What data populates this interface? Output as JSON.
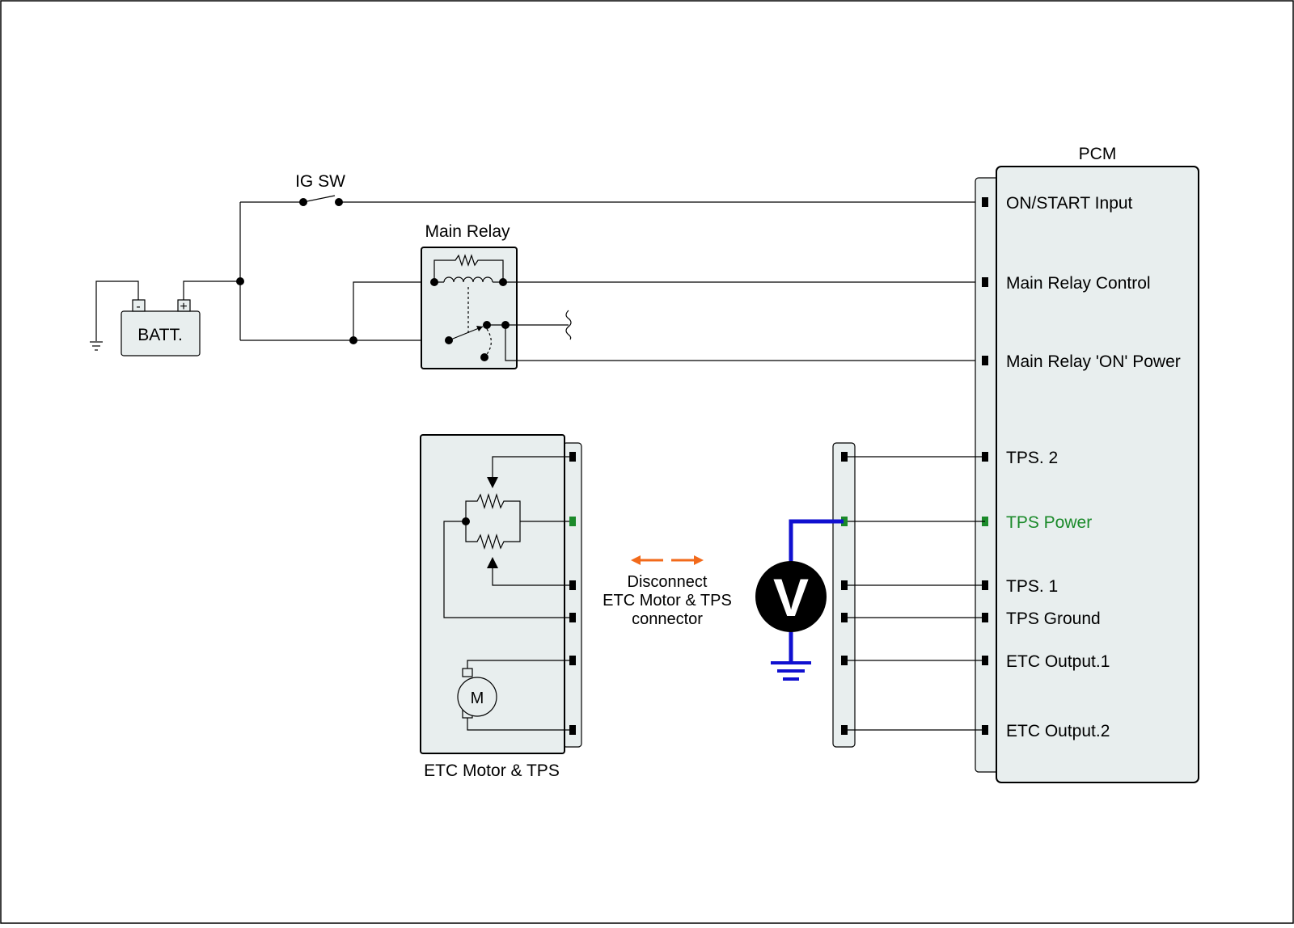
{
  "colors": {
    "wire": "#000000",
    "panel_fill": "#e8eeee",
    "highlight": "#1b8a2a",
    "meter_wire": "#1010d0",
    "arrow": "#f26a1b"
  },
  "labels": {
    "ig_sw": "IG SW",
    "main_relay": "Main Relay",
    "batt": "BATT.",
    "batt_neg": "-",
    "batt_pos": "+",
    "pcm": "PCM",
    "etc_motor_tps": "ETC Motor & TPS",
    "motor": "M",
    "voltmeter": "V",
    "disconnect_line1": "Disconnect",
    "disconnect_line2": "ETC Motor & TPS",
    "disconnect_line3": "connector"
  },
  "pcm_pins": [
    {
      "label": "ON/START Input"
    },
    {
      "label": "Main Relay Control"
    },
    {
      "label": "Main Relay 'ON' Power"
    },
    {
      "label": "TPS. 2"
    },
    {
      "label": "TPS Power"
    },
    {
      "label": "TPS. 1"
    },
    {
      "label": "TPS Ground"
    },
    {
      "label": "ETC Output.1"
    },
    {
      "label": "ETC Output.2"
    }
  ],
  "icons": {
    "ground": "ground-symbol-icon",
    "motor": "motor-symbol-icon",
    "voltmeter": "voltmeter-icon",
    "arrows": "double-arrow-icon"
  }
}
